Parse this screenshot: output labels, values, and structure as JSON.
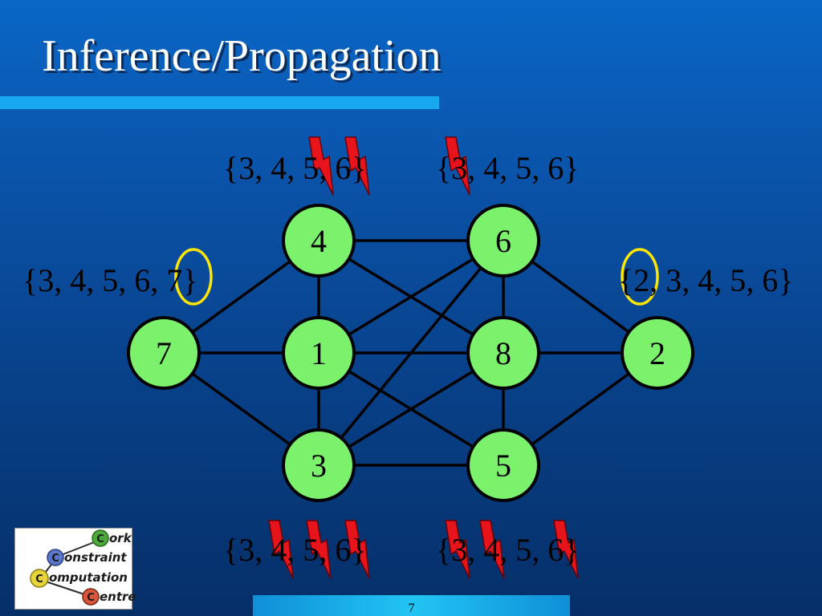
{
  "slide": {
    "title": "Inference/Propagation",
    "page_number": "7"
  },
  "graph": {
    "nodes": [
      {
        "id": "n4",
        "label": "4"
      },
      {
        "id": "n6",
        "label": "6"
      },
      {
        "id": "n7",
        "label": "7"
      },
      {
        "id": "n1",
        "label": "1"
      },
      {
        "id": "n8",
        "label": "8"
      },
      {
        "id": "n2",
        "label": "2"
      },
      {
        "id": "n3",
        "label": "3"
      },
      {
        "id": "n5",
        "label": "5"
      }
    ],
    "edges": [
      [
        "n7",
        "n4"
      ],
      [
        "n7",
        "n1"
      ],
      [
        "n7",
        "n3"
      ],
      [
        "n4",
        "n1"
      ],
      [
        "n1",
        "n3"
      ],
      [
        "n4",
        "n6"
      ],
      [
        "n4",
        "n8"
      ],
      [
        "n1",
        "n6"
      ],
      [
        "n1",
        "n8"
      ],
      [
        "n1",
        "n5"
      ],
      [
        "n3",
        "n8"
      ],
      [
        "n3",
        "n6"
      ],
      [
        "n3",
        "n5"
      ],
      [
        "n6",
        "n8"
      ],
      [
        "n8",
        "n5"
      ],
      [
        "n6",
        "n2"
      ],
      [
        "n8",
        "n2"
      ],
      [
        "n5",
        "n2"
      ]
    ],
    "domains": {
      "n4": "{3, 4, 5, 6}",
      "n6": "{3, 4, 5, 6}",
      "n7": "{3, 4, 5, 6, 7}",
      "n2": "{2, 3, 4, 5, 6}",
      "n3": "{3, 4, 5, 6}",
      "n5": "{3, 4, 5, 6}"
    },
    "colors": {
      "node_fill": "#7cf26c",
      "node_stroke": "#000000",
      "edge": "#000000",
      "highlight_ring": "#ffe600",
      "bolt_fill": "#e8141b"
    }
  },
  "logo": {
    "line1": "ork",
    "line2": "onstraint",
    "line3": "omputation",
    "line4": "entre"
  }
}
